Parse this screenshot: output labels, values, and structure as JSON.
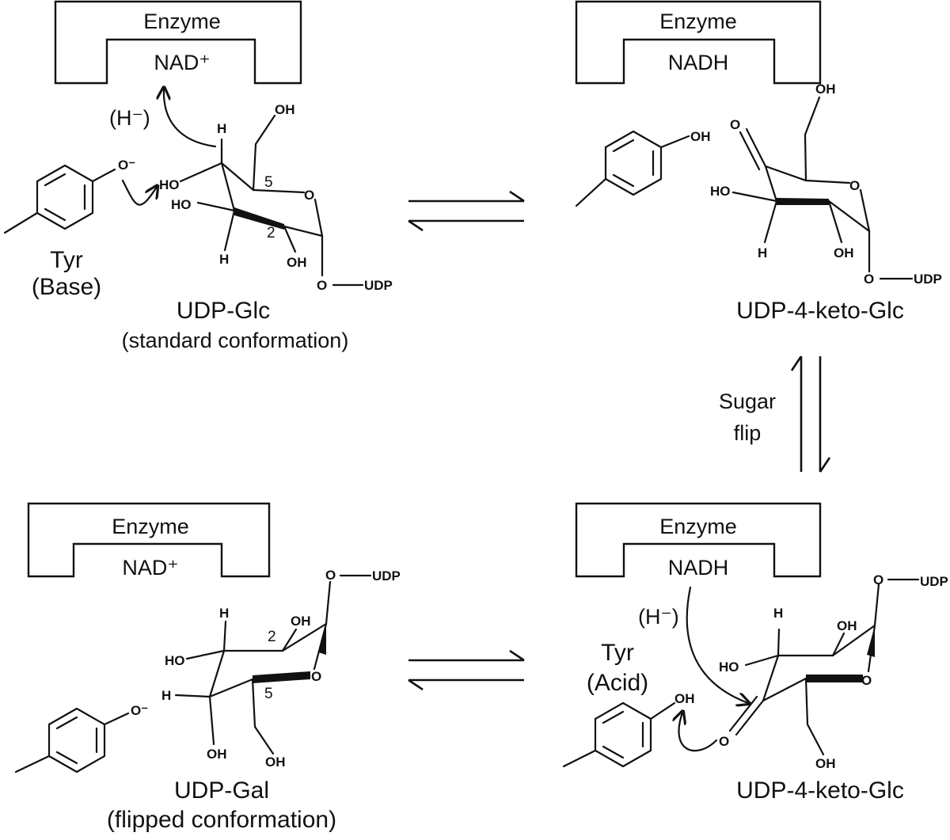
{
  "enzyme_label": "Enzyme",
  "cofactor_oxidized": "NAD⁺",
  "cofactor_reduced": "NADH",
  "hydride": "(H⁻)",
  "sugar_flip_line1": "Sugar",
  "sugar_flip_line2": "flip",
  "tyr_base_line1": "Tyr",
  "tyr_base_line2": "(Base)",
  "tyr_acid_line1": "Tyr",
  "tyr_acid_line2": "(Acid)",
  "udp_glc_name": "UDP-Glc",
  "udp_glc_note": "(standard conformation)",
  "keto_glc_name": "UDP-4-keto-Glc",
  "udp_gal_name": "UDP-Gal",
  "udp_gal_note": "(flipped conformation)",
  "atoms": {
    "oh": "OH",
    "ho": "HO",
    "h": "H",
    "o": "O",
    "o_minus": "O⁻",
    "udp": "UDP",
    "c5": "5",
    "c2": "2"
  }
}
